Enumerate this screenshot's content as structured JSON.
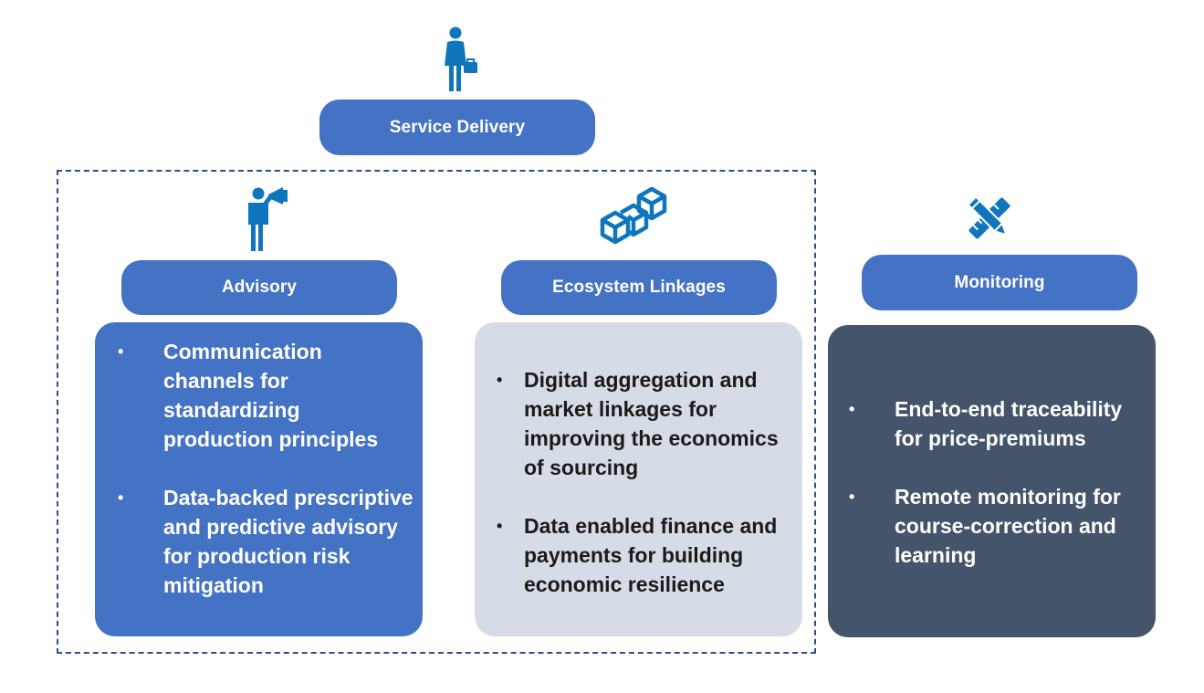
{
  "top": {
    "icon": "businesswoman-briefcase-icon",
    "label": "Service Delivery"
  },
  "columns": [
    {
      "icon": "person-megaphone-icon",
      "label": "Advisory",
      "bullets": [
        "Communication channels for standardizing production principles",
        "Data-backed prescriptive and predictive advisory for production risk mitigation"
      ]
    },
    {
      "icon": "connected-blocks-icon",
      "label": "Ecosystem Linkages",
      "bullets": [
        "Digital aggregation and market linkages for improving the economics of sourcing",
        "Data enabled finance and payments for building economic resilience"
      ]
    },
    {
      "icon": "pencil-ruler-icon",
      "label": "Monitoring",
      "bullets": [
        "End-to-end traceability for price-premiums",
        "Remote monitoring for course-correction and learning"
      ]
    }
  ],
  "colors": {
    "primary_blue": "#4472C4",
    "light_gray": "#D6DCE5",
    "dark_slate": "#44546A",
    "frame_navy": "#2F4D8C"
  }
}
